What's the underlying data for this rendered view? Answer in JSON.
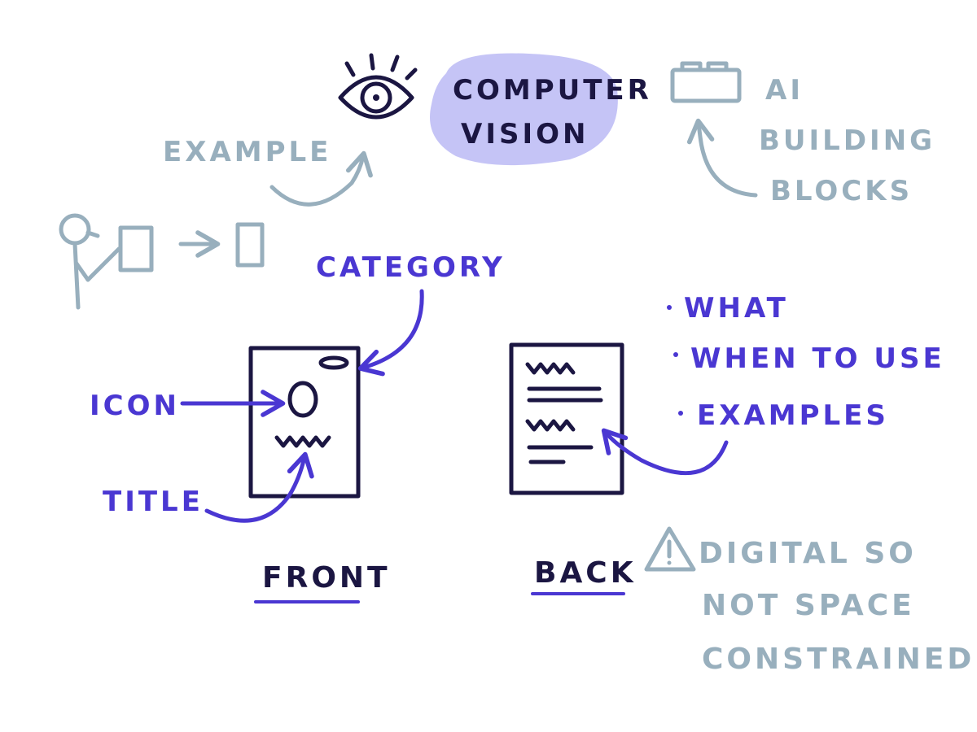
{
  "colors": {
    "grey": "#98afbd",
    "blue": "#4a37d2",
    "navy": "#1b1642",
    "lavender": "#c5c4f6"
  },
  "title": {
    "line1": "COMPUTER",
    "line2": "VISION"
  },
  "example_label": "EXAMPLE",
  "ai_blocks": {
    "line1": "AI",
    "line2": "BUILDING",
    "line3": "BLOCKS"
  },
  "front_card": {
    "category_label": "CATEGORY",
    "icon_label": "ICON",
    "title_label": "TITLE",
    "caption": "FRONT"
  },
  "back_card": {
    "bullets": [
      "WHAT",
      "WHEN TO USE",
      "EXAMPLES"
    ],
    "caption": "BACK"
  },
  "note": {
    "line1": "DIGITAL SO",
    "line2": "NOT SPACE",
    "line3": "CONSTRAINED"
  }
}
